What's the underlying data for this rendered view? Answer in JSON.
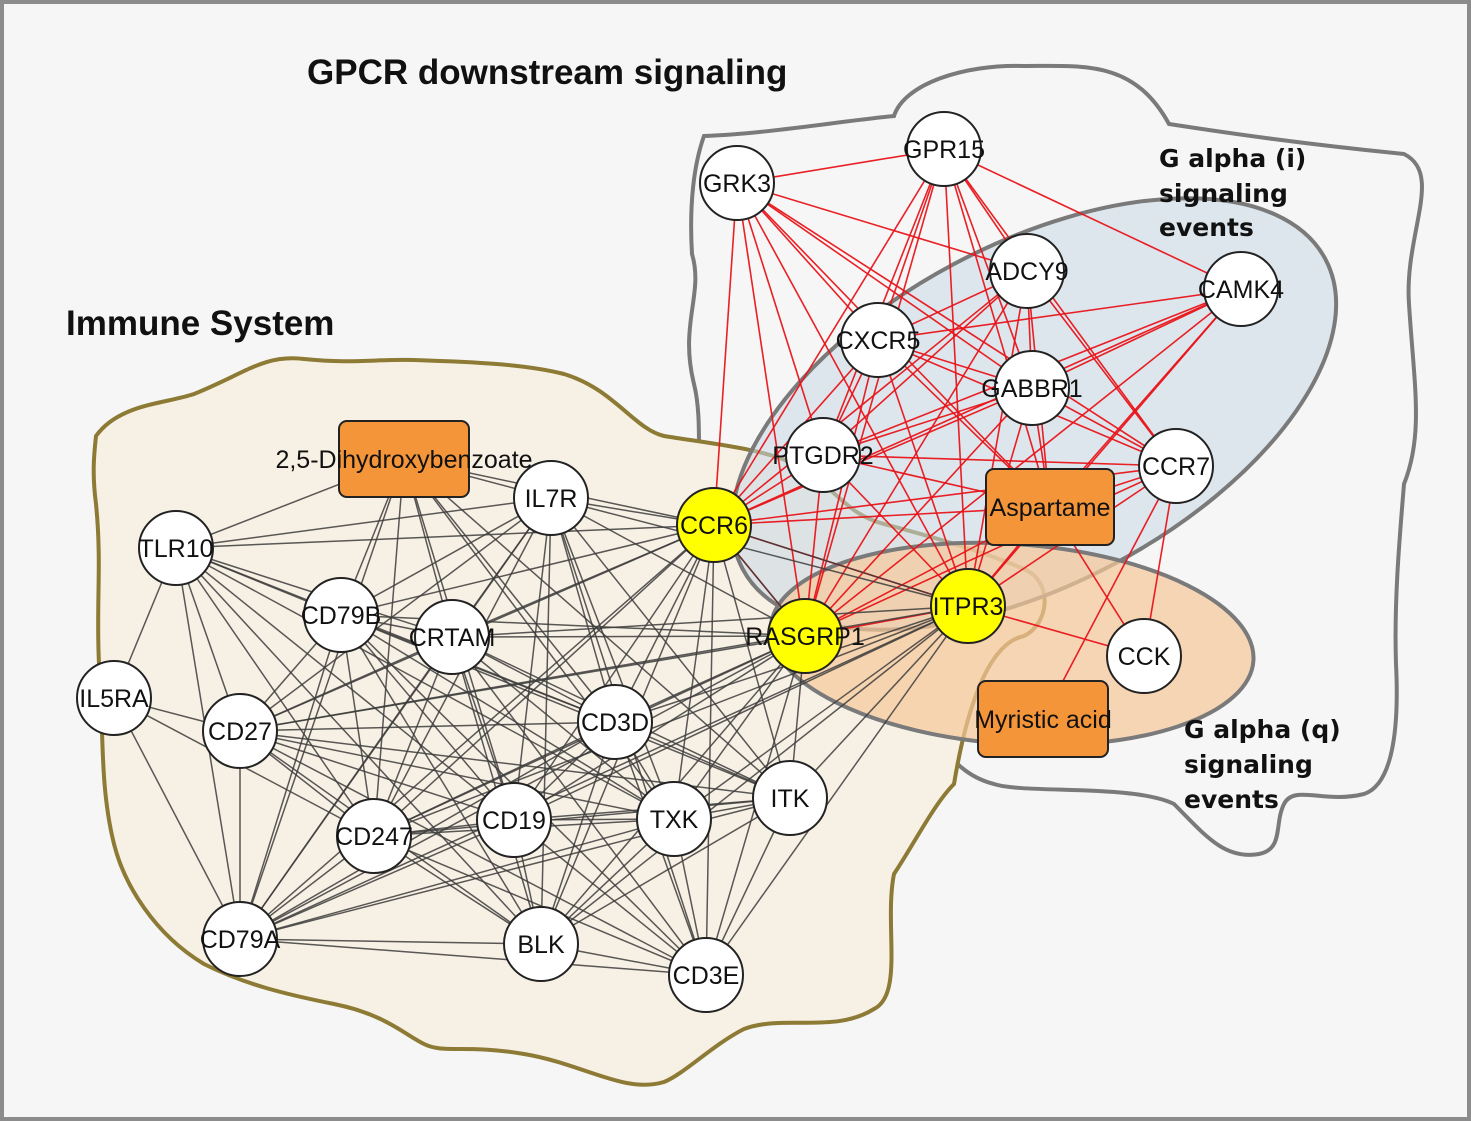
{
  "regions": {
    "gpcr": {
      "title": "GPCR downstream signaling",
      "stroke": "#7a7a7a"
    },
    "immune": {
      "title": "Immune System",
      "fill": "#f7f0e4",
      "stroke": "#8c7a35"
    },
    "galpha_i": {
      "title_lines": [
        "G alpha (i)",
        "signaling",
        "events"
      ],
      "fill": "#c9d8e4"
    },
    "galpha_q": {
      "title_lines": [
        "G alpha (q)",
        "signaling",
        "events"
      ],
      "fill": "#f7c89a"
    }
  },
  "colors": {
    "node_default": "#ffffff",
    "node_highlight": "#ffff00",
    "compound": "#f5953a",
    "edge_immune": "#3c3c3c",
    "edge_gpcr": "#e8141a"
  },
  "nodes": [
    {
      "id": "GRK3",
      "label": "GRK3",
      "kind": "gene"
    },
    {
      "id": "GPR15",
      "label": "GPR15",
      "kind": "gene"
    },
    {
      "id": "ADCY9",
      "label": "ADCY9",
      "kind": "gene"
    },
    {
      "id": "CAMK4",
      "label": "CAMK4",
      "kind": "gene"
    },
    {
      "id": "CXCR5",
      "label": "CXCR5",
      "kind": "gene"
    },
    {
      "id": "GABBR1",
      "label": "GABBR1",
      "kind": "gene"
    },
    {
      "id": "PTGDR2",
      "label": "PTGDR2",
      "kind": "gene"
    },
    {
      "id": "CCR7",
      "label": "CCR7",
      "kind": "gene"
    },
    {
      "id": "Aspartame",
      "label": "Aspartame",
      "kind": "compound"
    },
    {
      "id": "CCR6",
      "label": "CCR6",
      "kind": "highlight"
    },
    {
      "id": "ITPR3",
      "label": "ITPR3",
      "kind": "highlight"
    },
    {
      "id": "RASGRP1",
      "label": "RASGRP1",
      "kind": "highlight"
    },
    {
      "id": "CCK",
      "label": "CCK",
      "kind": "gene"
    },
    {
      "id": "Myristic",
      "label": "Myristic acid",
      "kind": "compound"
    },
    {
      "id": "DHB",
      "label": "2,5-Dihydroxybenzoate",
      "kind": "compound"
    },
    {
      "id": "IL7R",
      "label": "IL7R",
      "kind": "gene"
    },
    {
      "id": "TLR10",
      "label": "TLR10",
      "kind": "gene"
    },
    {
      "id": "CD79B",
      "label": "CD79B",
      "kind": "gene"
    },
    {
      "id": "CRTAM",
      "label": "CRTAM",
      "kind": "gene"
    },
    {
      "id": "IL5RA",
      "label": "IL5RA",
      "kind": "gene"
    },
    {
      "id": "CD27",
      "label": "CD27",
      "kind": "gene"
    },
    {
      "id": "CD3D",
      "label": "CD3D",
      "kind": "gene"
    },
    {
      "id": "ITK",
      "label": "ITK",
      "kind": "gene"
    },
    {
      "id": "CD247",
      "label": "CD247",
      "kind": "gene"
    },
    {
      "id": "CD19",
      "label": "CD19",
      "kind": "gene"
    },
    {
      "id": "TXK",
      "label": "TXK",
      "kind": "gene"
    },
    {
      "id": "CD79A",
      "label": "CD79A",
      "kind": "gene"
    },
    {
      "id": "BLK",
      "label": "BLK",
      "kind": "gene"
    },
    {
      "id": "CD3E",
      "label": "CD3E",
      "kind": "gene"
    }
  ],
  "edges": [
    [
      "GRK3",
      "GPR15",
      "gpcr"
    ],
    [
      "GRK3",
      "ADCY9",
      "gpcr"
    ],
    [
      "GRK3",
      "CXCR5",
      "gpcr"
    ],
    [
      "GRK3",
      "GABBR1",
      "gpcr"
    ],
    [
      "GRK3",
      "PTGDR2",
      "gpcr"
    ],
    [
      "GRK3",
      "CCR7",
      "gpcr"
    ],
    [
      "GRK3",
      "CCR6",
      "gpcr"
    ],
    [
      "GRK3",
      "RASGRP1",
      "gpcr"
    ],
    [
      "GRK3",
      "ITPR3",
      "gpcr"
    ],
    [
      "GRK3",
      "Aspartame",
      "gpcr"
    ],
    [
      "GPR15",
      "ADCY9",
      "gpcr"
    ],
    [
      "GPR15",
      "CAMK4",
      "gpcr"
    ],
    [
      "GPR15",
      "CXCR5",
      "gpcr"
    ],
    [
      "GPR15",
      "GABBR1",
      "gpcr"
    ],
    [
      "GPR15",
      "PTGDR2",
      "gpcr"
    ],
    [
      "GPR15",
      "CCR7",
      "gpcr"
    ],
    [
      "GPR15",
      "CCR6",
      "gpcr"
    ],
    [
      "GPR15",
      "RASGRP1",
      "gpcr"
    ],
    [
      "GPR15",
      "ITPR3",
      "gpcr"
    ],
    [
      "GPR15",
      "Aspartame",
      "gpcr"
    ],
    [
      "ADCY9",
      "CXCR5",
      "gpcr"
    ],
    [
      "ADCY9",
      "GABBR1",
      "gpcr"
    ],
    [
      "ADCY9",
      "PTGDR2",
      "gpcr"
    ],
    [
      "ADCY9",
      "CCR7",
      "gpcr"
    ],
    [
      "ADCY9",
      "CCR6",
      "gpcr"
    ],
    [
      "ADCY9",
      "RASGRP1",
      "gpcr"
    ],
    [
      "ADCY9",
      "ITPR3",
      "gpcr"
    ],
    [
      "ADCY9",
      "Aspartame",
      "gpcr"
    ],
    [
      "CAMK4",
      "CXCR5",
      "gpcr"
    ],
    [
      "CAMK4",
      "GABBR1",
      "gpcr"
    ],
    [
      "CAMK4",
      "PTGDR2",
      "gpcr"
    ],
    [
      "CAMK4",
      "CCR6",
      "gpcr"
    ],
    [
      "CAMK4",
      "RASGRP1",
      "gpcr"
    ],
    [
      "CAMK4",
      "ITPR3",
      "gpcr"
    ],
    [
      "CAMK4",
      "Aspartame",
      "gpcr"
    ],
    [
      "CXCR5",
      "GABBR1",
      "gpcr"
    ],
    [
      "CXCR5",
      "PTGDR2",
      "gpcr"
    ],
    [
      "CXCR5",
      "CCR7",
      "gpcr"
    ],
    [
      "CXCR5",
      "CCR6",
      "gpcr"
    ],
    [
      "CXCR5",
      "RASGRP1",
      "gpcr"
    ],
    [
      "CXCR5",
      "ITPR3",
      "gpcr"
    ],
    [
      "CXCR5",
      "Aspartame",
      "gpcr"
    ],
    [
      "GABBR1",
      "PTGDR2",
      "gpcr"
    ],
    [
      "GABBR1",
      "CCR7",
      "gpcr"
    ],
    [
      "GABBR1",
      "CCR6",
      "gpcr"
    ],
    [
      "GABBR1",
      "RASGRP1",
      "gpcr"
    ],
    [
      "GABBR1",
      "ITPR3",
      "gpcr"
    ],
    [
      "GABBR1",
      "Aspartame",
      "gpcr"
    ],
    [
      "PTGDR2",
      "CCR7",
      "gpcr"
    ],
    [
      "PTGDR2",
      "CCR6",
      "gpcr"
    ],
    [
      "PTGDR2",
      "RASGRP1",
      "gpcr"
    ],
    [
      "PTGDR2",
      "ITPR3",
      "gpcr"
    ],
    [
      "PTGDR2",
      "Aspartame",
      "gpcr"
    ],
    [
      "CCR7",
      "CCR6",
      "gpcr"
    ],
    [
      "CCR7",
      "RASGRP1",
      "gpcr"
    ],
    [
      "CCR7",
      "ITPR3",
      "gpcr"
    ],
    [
      "CCR7",
      "Aspartame",
      "gpcr"
    ],
    [
      "CCR7",
      "CCK",
      "gpcr"
    ],
    [
      "CCR7",
      "Myristic",
      "gpcr"
    ],
    [
      "Aspartame",
      "CCR6",
      "gpcr"
    ],
    [
      "Aspartame",
      "RASGRP1",
      "gpcr"
    ],
    [
      "Aspartame",
      "ITPR3",
      "gpcr"
    ],
    [
      "Aspartame",
      "CCK",
      "gpcr"
    ],
    [
      "CCR6",
      "ITPR3",
      "gpcr"
    ],
    [
      "CCR6",
      "RASGRP1",
      "gpcr"
    ],
    [
      "ITPR3",
      "RASGRP1",
      "gpcr"
    ],
    [
      "ITPR3",
      "CCK",
      "gpcr"
    ],
    [
      "DHB",
      "IL7R",
      "immune"
    ],
    [
      "DHB",
      "CD79B",
      "immune"
    ],
    [
      "DHB",
      "CRTAM",
      "immune"
    ],
    [
      "DHB",
      "CD3D",
      "immune"
    ],
    [
      "DHB",
      "CD247",
      "immune"
    ],
    [
      "DHB",
      "CD19",
      "immune"
    ],
    [
      "DHB",
      "TXK",
      "immune"
    ],
    [
      "DHB",
      "CD79A",
      "immune"
    ],
    [
      "DHB",
      "TLR10",
      "immune"
    ],
    [
      "DHB",
      "ITK",
      "immune"
    ],
    [
      "DHB",
      "CCR6",
      "immune"
    ],
    [
      "IL7R",
      "CD79B",
      "immune"
    ],
    [
      "IL7R",
      "CRTAM",
      "immune"
    ],
    [
      "IL7R",
      "CD3D",
      "immune"
    ],
    [
      "IL7R",
      "ITK",
      "immune"
    ],
    [
      "IL7R",
      "CD247",
      "immune"
    ],
    [
      "IL7R",
      "CD19",
      "immune"
    ],
    [
      "IL7R",
      "TXK",
      "immune"
    ],
    [
      "IL7R",
      "CD79A",
      "immune"
    ],
    [
      "IL7R",
      "BLK",
      "immune"
    ],
    [
      "IL7R",
      "CD3E",
      "immune"
    ],
    [
      "IL7R",
      "CD27",
      "immune"
    ],
    [
      "IL7R",
      "CCR6",
      "immune"
    ],
    [
      "IL7R",
      "RASGRP1",
      "immune"
    ],
    [
      "IL7R",
      "ITPR3",
      "immune"
    ],
    [
      "IL7R",
      "TLR10",
      "immune"
    ],
    [
      "TLR10",
      "CD79B",
      "immune"
    ],
    [
      "TLR10",
      "CRTAM",
      "immune"
    ],
    [
      "TLR10",
      "IL5RA",
      "immune"
    ],
    [
      "TLR10",
      "CD27",
      "immune"
    ],
    [
      "TLR10",
      "CD247",
      "immune"
    ],
    [
      "TLR10",
      "CD19",
      "immune"
    ],
    [
      "TLR10",
      "CD79A",
      "immune"
    ],
    [
      "TLR10",
      "BLK",
      "immune"
    ],
    [
      "TLR10",
      "CD3D",
      "immune"
    ],
    [
      "TLR10",
      "CCR6",
      "immune"
    ],
    [
      "TLR10",
      "TXK",
      "immune"
    ],
    [
      "CD79B",
      "CRTAM",
      "immune"
    ],
    [
      "CD79B",
      "CD27",
      "immune"
    ],
    [
      "CD79B",
      "CD3D",
      "immune"
    ],
    [
      "CD79B",
      "CD247",
      "immune"
    ],
    [
      "CD79B",
      "CD19",
      "immune"
    ],
    [
      "CD79B",
      "TXK",
      "immune"
    ],
    [
      "CD79B",
      "CD79A",
      "immune"
    ],
    [
      "CD79B",
      "BLK",
      "immune"
    ],
    [
      "CD79B",
      "ITK",
      "immune"
    ],
    [
      "CD79B",
      "CCR6",
      "immune"
    ],
    [
      "CD79B",
      "RASGRP1",
      "immune"
    ],
    [
      "CD79B",
      "CD3E",
      "immune"
    ],
    [
      "CRTAM",
      "CD27",
      "immune"
    ],
    [
      "CRTAM",
      "CD3D",
      "immune"
    ],
    [
      "CRTAM",
      "CD247",
      "immune"
    ],
    [
      "CRTAM",
      "CD19",
      "immune"
    ],
    [
      "CRTAM",
      "TXK",
      "immune"
    ],
    [
      "CRTAM",
      "CD79A",
      "immune"
    ],
    [
      "CRTAM",
      "BLK",
      "immune"
    ],
    [
      "CRTAM",
      "ITK",
      "immune"
    ],
    [
      "CRTAM",
      "CD3E",
      "immune"
    ],
    [
      "CRTAM",
      "CCR6",
      "immune"
    ],
    [
      "CRTAM",
      "RASGRP1",
      "immune"
    ],
    [
      "CRTAM",
      "ITPR3",
      "immune"
    ],
    [
      "IL5RA",
      "CD27",
      "immune"
    ],
    [
      "IL5RA",
      "CD79A",
      "immune"
    ],
    [
      "IL5RA",
      "CD247",
      "immune"
    ],
    [
      "CD27",
      "CD3D",
      "immune"
    ],
    [
      "CD27",
      "CD247",
      "immune"
    ],
    [
      "CD27",
      "CD19",
      "immune"
    ],
    [
      "CD27",
      "TXK",
      "immune"
    ],
    [
      "CD27",
      "CD79A",
      "immune"
    ],
    [
      "CD27",
      "BLK",
      "immune"
    ],
    [
      "CD27",
      "ITK",
      "immune"
    ],
    [
      "CD27",
      "CCR6",
      "immune"
    ],
    [
      "CD27",
      "RASGRP1",
      "immune"
    ],
    [
      "CD27",
      "ITPR3",
      "immune"
    ],
    [
      "CD27",
      "CD3E",
      "immune"
    ],
    [
      "CD3D",
      "CD247",
      "immune"
    ],
    [
      "CD3D",
      "CD19",
      "immune"
    ],
    [
      "CD3D",
      "TXK",
      "immune"
    ],
    [
      "CD3D",
      "CD79A",
      "immune"
    ],
    [
      "CD3D",
      "BLK",
      "immune"
    ],
    [
      "CD3D",
      "ITK",
      "immune"
    ],
    [
      "CD3D",
      "CD3E",
      "immune"
    ],
    [
      "CD3D",
      "CCR6",
      "immune"
    ],
    [
      "CD3D",
      "RASGRP1",
      "immune"
    ],
    [
      "CD3D",
      "ITPR3",
      "immune"
    ],
    [
      "ITK",
      "CD247",
      "immune"
    ],
    [
      "ITK",
      "CD19",
      "immune"
    ],
    [
      "ITK",
      "TXK",
      "immune"
    ],
    [
      "ITK",
      "CD79A",
      "immune"
    ],
    [
      "ITK",
      "BLK",
      "immune"
    ],
    [
      "ITK",
      "CD3E",
      "immune"
    ],
    [
      "ITK",
      "CCR6",
      "immune"
    ],
    [
      "ITK",
      "RASGRP1",
      "immune"
    ],
    [
      "ITK",
      "ITPR3",
      "immune"
    ],
    [
      "CD247",
      "CD19",
      "immune"
    ],
    [
      "CD247",
      "TXK",
      "immune"
    ],
    [
      "CD247",
      "CD79A",
      "immune"
    ],
    [
      "CD247",
      "BLK",
      "immune"
    ],
    [
      "CD247",
      "CD3E",
      "immune"
    ],
    [
      "CD247",
      "CCR6",
      "immune"
    ],
    [
      "CD247",
      "RASGRP1",
      "immune"
    ],
    [
      "CD247",
      "ITPR3",
      "immune"
    ],
    [
      "CD19",
      "TXK",
      "immune"
    ],
    [
      "CD19",
      "CD79A",
      "immune"
    ],
    [
      "CD19",
      "BLK",
      "immune"
    ],
    [
      "CD19",
      "CD3E",
      "immune"
    ],
    [
      "CD19",
      "CCR6",
      "immune"
    ],
    [
      "CD19",
      "RASGRP1",
      "immune"
    ],
    [
      "CD19",
      "ITPR3",
      "immune"
    ],
    [
      "TXK",
      "CD79A",
      "immune"
    ],
    [
      "TXK",
      "BLK",
      "immune"
    ],
    [
      "TXK",
      "CD3E",
      "immune"
    ],
    [
      "TXK",
      "CCR6",
      "immune"
    ],
    [
      "TXK",
      "RASGRP1",
      "immune"
    ],
    [
      "TXK",
      "ITPR3",
      "immune"
    ],
    [
      "CD79A",
      "BLK",
      "immune"
    ],
    [
      "CD79A",
      "CD3E",
      "immune"
    ],
    [
      "CD79A",
      "CCR6",
      "immune"
    ],
    [
      "CD79A",
      "RASGRP1",
      "immune"
    ],
    [
      "CD79A",
      "ITPR3",
      "immune"
    ],
    [
      "BLK",
      "CD3E",
      "immune"
    ],
    [
      "BLK",
      "CCR6",
      "immune"
    ],
    [
      "BLK",
      "RASGRP1",
      "immune"
    ],
    [
      "BLK",
      "ITPR3",
      "immune"
    ],
    [
      "CD3E",
      "CCR6",
      "immune"
    ],
    [
      "CD3E",
      "RASGRP1",
      "immune"
    ],
    [
      "CD3E",
      "ITPR3",
      "immune"
    ],
    [
      "CCR6",
      "RASGRP1",
      "immune"
    ],
    [
      "CCR6",
      "ITPR3",
      "immune"
    ]
  ]
}
